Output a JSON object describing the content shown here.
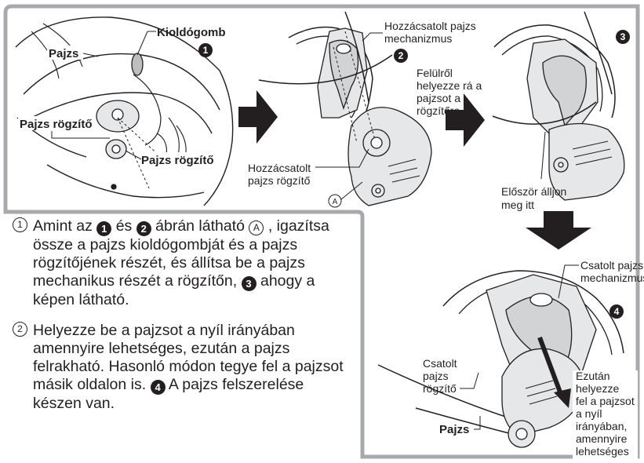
{
  "labels": {
    "release_button": "Kioldógomb",
    "shield": "Pajzs",
    "shield_lock_1": "Pajzs rögzítő",
    "shield_lock_2": "Pajzs rögzítő",
    "attached_mech_1": "Hozzácsatolt pajzs",
    "attached_mech_2": "mechanizmus",
    "from_top_1": "Felülről",
    "from_top_2": "helyezze rá a",
    "from_top_3": "pajzsot a",
    "from_top_4": "rögzítőre",
    "attached_lock_1": "Hozzácsatolt",
    "attached_lock_2": "pajzs rögzítő",
    "marker_a": "A",
    "first_stop_1": "Először álljon",
    "first_stop_2": "meg itt",
    "coupled_mech_1": "Csatolt pajzs",
    "coupled_mech_2": "mechanizmus",
    "coupled_lock_1": "Csatolt",
    "coupled_lock_2": "pajzs",
    "coupled_lock_3": "rögzítő",
    "then_1": "Ezután",
    "then_2": "helyezze",
    "then_3": "fel a pajzsot",
    "then_4": "a nyíl",
    "then_5": "irányában,",
    "then_6": "amennyire",
    "then_7": "lehetséges",
    "shield_bottom": "Pajzs"
  },
  "badges": {
    "b1": "1",
    "b2": "2",
    "b3": "3",
    "b4": "4"
  },
  "steps": {
    "s1": {
      "num": "1",
      "t1": "Amint az ",
      "t2": " és ",
      "t3": " ábrán látható ",
      "a": "A",
      "t4": ", igazítsa össze a pajzs kioldógombját és a pajzs rögzítőjének részét, és állítsa be a pajzs mechanikus részét a rögzítőn, ",
      "t5": " ahogy a képen látható.",
      "ref1": "1",
      "ref2": "2",
      "ref3": "3"
    },
    "s2": {
      "num": "2",
      "t1": "Helyezze be a pajzsot a nyíl irányában amennyire lehetséges, ezután a pajzs felrakható. Hasonló módon tegye fel a pajzsot másik oldalon is. ",
      "ref4": "4",
      "t2": " A pajzs felszerelése készen van."
    }
  },
  "colors": {
    "ink": "#231f20",
    "frame": "#a7a9ac",
    "panel": "#e6e7e8"
  }
}
